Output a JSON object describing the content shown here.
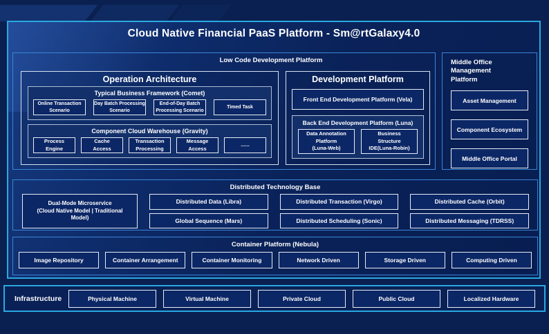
{
  "title": "Cloud Native Financial PaaS Platform - Sm@rtGalaxy4.0",
  "colors": {
    "background": "#0a2050",
    "outer_border": "#2aa9e1",
    "section_border": "#3a85d8",
    "inner_border": "#e8eef7",
    "box_fill": "#0c2766",
    "text": "#ffffff"
  },
  "low_code": {
    "label": "Low Code Development Platform",
    "operation": {
      "label": "Operation Architecture",
      "comet": {
        "label": "Typical Business Framework (Comet)",
        "items": [
          "Online Transaction\nScenario",
          "Day Batch Processing\nScenario",
          "End-of-Day Batch\nProcessing Scenario",
          "Timed Task"
        ]
      },
      "gravity": {
        "label": "Component Cloud Warehouse (Gravity)",
        "items": [
          "Process\nEngine",
          "Cache\nAccess",
          "Transaction\nProcessing",
          "Message\nAccess",
          "......"
        ]
      }
    },
    "development": {
      "label": "Development Platform",
      "front_end": "Front End Development Platform (Vela)",
      "back_end": {
        "label": "Back End Development Platform (Luna)",
        "items": [
          "Data Annotation\nPlatform\n(Luna-Web)",
          "Business\nStructure\nIDE(Luna-Robin)"
        ]
      }
    }
  },
  "middle_office": {
    "label": "Middle Office Management\nPlatform",
    "items": [
      "Asset Management",
      "Component Ecosystem",
      "Middle Office Portal"
    ]
  },
  "distributed": {
    "label": "Distributed Technology Base",
    "dual_mode": "Dual-Mode Microservice\n(Cloud Native Model | Traditional\nModel)",
    "row1": [
      "Distributed Data (Libra)",
      "Distributed Transaction (Virgo)",
      "Distributed Cache (Orbit)"
    ],
    "row2": [
      "Global Sequence (Mars)",
      "Distributed Scheduling (Sonic)",
      "Distributed Messaging (TDRSS)"
    ]
  },
  "container_platform": {
    "label": "Container Platform (Nebula)",
    "items": [
      "Image Repository",
      "Container Arrangement",
      "Container Monitoring",
      "Network Driven",
      "Storage Driven",
      "Computing Driven"
    ]
  },
  "infrastructure": {
    "label": "Infrastructure",
    "items": [
      "Physical Machine",
      "Virtual Machine",
      "Private Cloud",
      "Public Cloud",
      "Localized Hardware"
    ]
  }
}
